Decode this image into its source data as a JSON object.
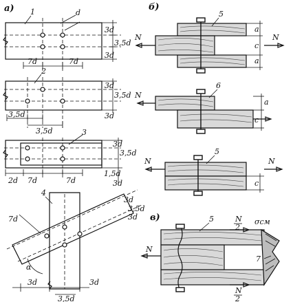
{
  "panels": {
    "a": "а)",
    "b": "б)",
    "v": "в)"
  },
  "a1": {
    "label": "1",
    "d": "d",
    "dims_bottom": [
      "7d",
      "7d"
    ],
    "dims_right": [
      "3d",
      "3,5d",
      "3d"
    ]
  },
  "a2": {
    "label": "2",
    "dims_bottom_1": "3,5d",
    "dims_bottom_2": "3,5d",
    "dims_right": [
      "3d",
      "3,5d",
      "3d"
    ]
  },
  "a3": {
    "label": "3",
    "dims_bottom": [
      "2d",
      "7d",
      "7d"
    ],
    "dims_right": [
      "3d",
      "3,5d",
      "1,5d",
      "3d"
    ]
  },
  "a4": {
    "label": "4",
    "dim_left": "7d",
    "dims_right": [
      "3d",
      "3,5d",
      "3d"
    ],
    "alpha": "α",
    "dims_bottom": [
      "3d",
      "3d"
    ],
    "dim_center": "3,5d"
  },
  "b1": {
    "label": "5",
    "force": "N",
    "dims_right": [
      "a",
      "c",
      "a"
    ]
  },
  "b2": {
    "label": "6",
    "force": "N",
    "dims_right": [
      "a",
      "c"
    ]
  },
  "b3": {
    "label": "5",
    "force": "N",
    "dims_right": [
      "c"
    ]
  },
  "v": {
    "label_5": "5",
    "label_7": "7",
    "force": "N",
    "half_num": "N",
    "half_den": "2",
    "sigma": "σсм"
  }
}
